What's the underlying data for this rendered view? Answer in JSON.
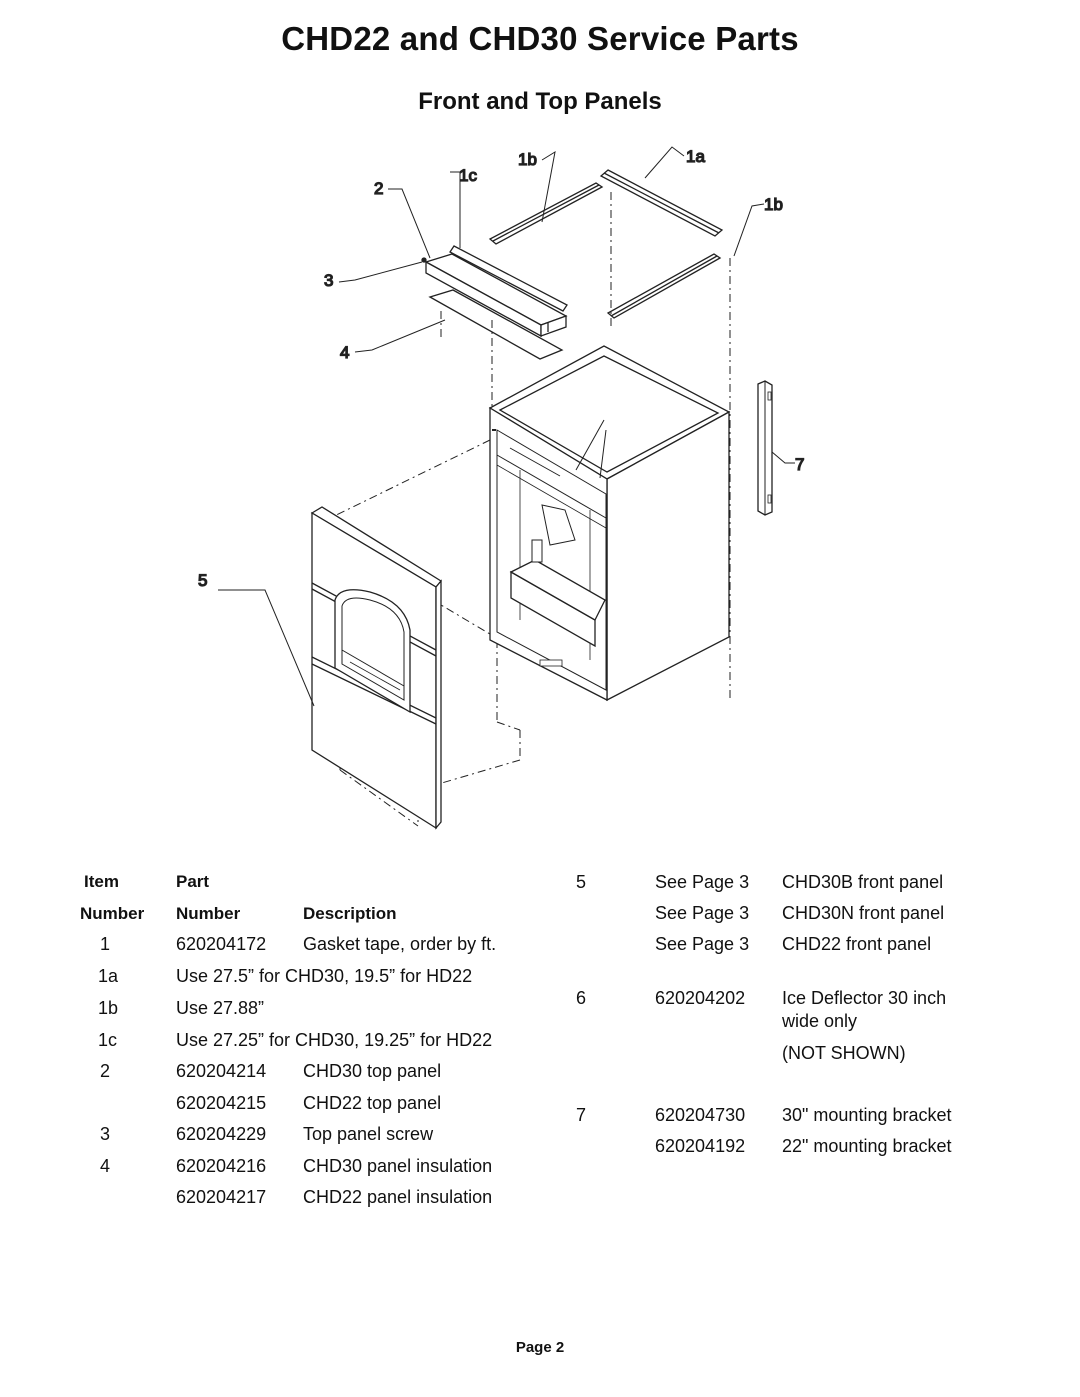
{
  "page_title": "CHD22 and CHD30 Service Parts",
  "section_title": "Front and Top Panels",
  "callouts": {
    "c2": "2",
    "c1c": "1c",
    "c1b_top": "1b",
    "c1a": "1a",
    "c1b_right": "1b",
    "c3": "3",
    "c4": "4",
    "c5": "5",
    "c7": "7"
  },
  "table_headers": {
    "item_line1": "Item",
    "item_line2": "Number",
    "part_line1": "Part",
    "part_line2": "Number",
    "description": "Description"
  },
  "left_rows": [
    {
      "item": "1",
      "part": "620204172",
      "desc": "Gasket tape, order by ft."
    },
    {
      "item": "1a",
      "part": "Use 27.5” for  CHD30, 19.5” for HD22",
      "desc": ""
    },
    {
      "item": "1b",
      "part": "Use 27.88”",
      "desc": ""
    },
    {
      "item": "1c",
      "part": "Use 27.25” for CHD30, 19.25” for HD22",
      "desc": ""
    },
    {
      "item": "2",
      "part": "620204214",
      "desc": "CHD30 top panel"
    },
    {
      "item": "",
      "part": "620204215",
      "desc": "CHD22 top panel"
    },
    {
      "item": "3",
      "part": "620204229",
      "desc": "Top panel screw"
    },
    {
      "item": "4",
      "part": "620204216",
      "desc": "CHD30 panel insulation"
    },
    {
      "item": "",
      "part": "620204217",
      "desc": "CHD22 panel insulation"
    }
  ],
  "right_rows": [
    {
      "item": "5",
      "part": "See Page 3",
      "desc": "CHD30B front panel"
    },
    {
      "item": "",
      "part": "See Page 3",
      "desc": "CHD30N front panel"
    },
    {
      "item": "",
      "part": "See Page 3",
      "desc": "CHD22 front panel"
    },
    {
      "item": "6",
      "part": "620204202",
      "desc": "Ice Deflector 30 inch"
    },
    {
      "item": "",
      "part": "",
      "desc": "wide only"
    },
    {
      "item": "",
      "part": "",
      "desc": "(NOT SHOWN)"
    },
    {
      "item": "7",
      "part": "620204730",
      "desc": "30\" mounting bracket"
    },
    {
      "item": "",
      "part": "620204192",
      "desc": "22\" mounting bracket"
    }
  ],
  "footer": "Page 2"
}
